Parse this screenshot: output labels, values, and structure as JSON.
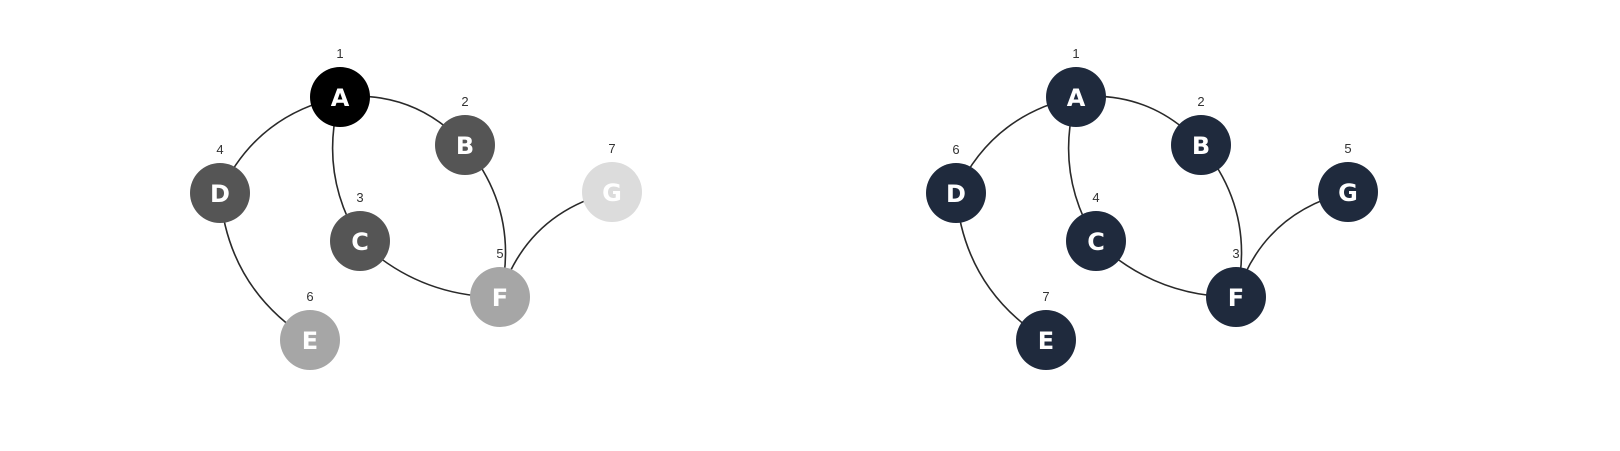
{
  "diagrams": [
    {
      "node_colors": {
        "A": "#000000",
        "B": "#555555",
        "C": "#555555",
        "D": "#555555",
        "E": "#a6a6a6",
        "F": "#a6a6a6",
        "G": "#dcdcdc"
      },
      "nodes": [
        {
          "id": "A",
          "label": "A",
          "order": "1"
        },
        {
          "id": "B",
          "label": "B",
          "order": "2"
        },
        {
          "id": "C",
          "label": "C",
          "order": "3"
        },
        {
          "id": "D",
          "label": "D",
          "order": "4"
        },
        {
          "id": "E",
          "label": "E",
          "order": "6"
        },
        {
          "id": "F",
          "label": "F",
          "order": "5"
        },
        {
          "id": "G",
          "label": "G",
          "order": "7"
        }
      ],
      "edges": [
        [
          "A",
          "B"
        ],
        [
          "A",
          "C"
        ],
        [
          "A",
          "D"
        ],
        [
          "B",
          "F"
        ],
        [
          "C",
          "F"
        ],
        [
          "D",
          "E"
        ],
        [
          "F",
          "G"
        ]
      ]
    },
    {
      "node_colors": {
        "A": "#1f2a3d",
        "B": "#1f2a3d",
        "C": "#1f2a3d",
        "D": "#1f2a3d",
        "E": "#1f2a3d",
        "F": "#1f2a3d",
        "G": "#1f2a3d"
      },
      "nodes": [
        {
          "id": "A",
          "label": "A",
          "order": "1"
        },
        {
          "id": "B",
          "label": "B",
          "order": "2"
        },
        {
          "id": "C",
          "label": "C",
          "order": "4"
        },
        {
          "id": "D",
          "label": "D",
          "order": "6"
        },
        {
          "id": "E",
          "label": "E",
          "order": "7"
        },
        {
          "id": "F",
          "label": "F",
          "order": "3"
        },
        {
          "id": "G",
          "label": "G",
          "order": "5"
        }
      ],
      "edges": [
        [
          "A",
          "B"
        ],
        [
          "A",
          "C"
        ],
        [
          "A",
          "D"
        ],
        [
          "B",
          "F"
        ],
        [
          "C",
          "F"
        ],
        [
          "D",
          "E"
        ],
        [
          "F",
          "G"
        ]
      ]
    }
  ]
}
